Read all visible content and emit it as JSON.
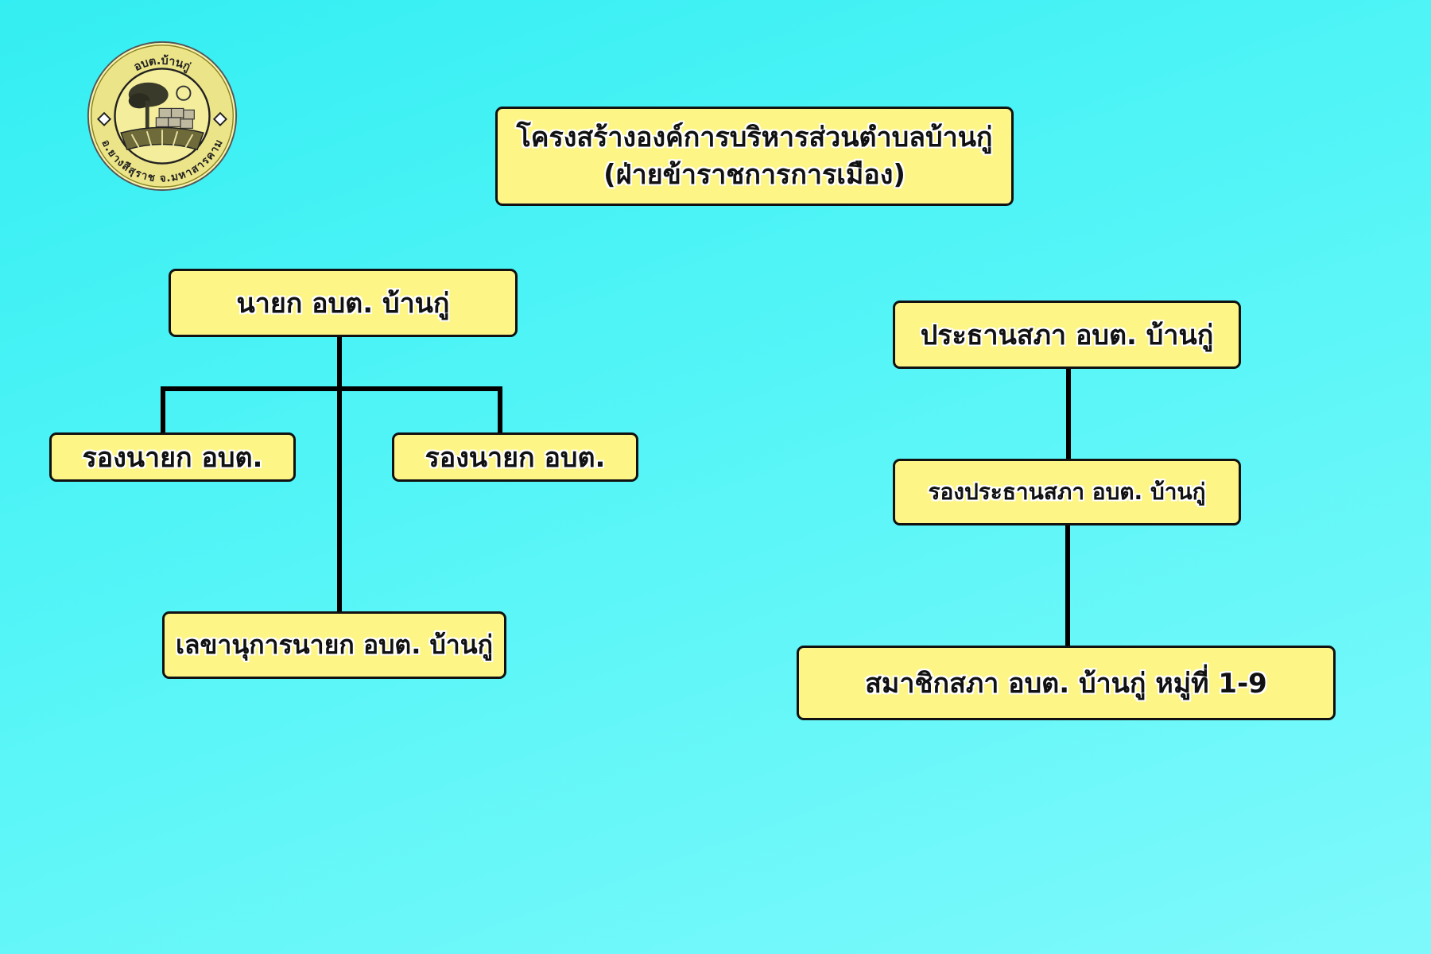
{
  "logo": {
    "top_text": "อบต.บ้านกู่",
    "bottom_text": "อ.ยางสีสุราช จ.มหาสารคาม"
  },
  "title": {
    "line1": "โครงสร้างองค์การบริหารส่วนตำบลบ้านกู่",
    "line2": "(ฝ่ายข้าราชการการเมือง)"
  },
  "executive": {
    "mayor": "นายก อบต. บ้านกู่",
    "deputy_left": "รองนายก อบต.",
    "deputy_right": "รองนายก อบต.",
    "secretary": "เลขานุการนายก อบต. บ้านกู่"
  },
  "council": {
    "president": "ประธานสภา อบต. บ้านกู่",
    "vice_president": "รองประธานสภา อบต. บ้านกู่",
    "members": "สมาชิกสภา อบต. บ้านกู่ หมู่ที่ 1-9"
  },
  "colors": {
    "box_fill": "#fdf586",
    "box_border": "#111111",
    "background": "#55f5f7"
  }
}
